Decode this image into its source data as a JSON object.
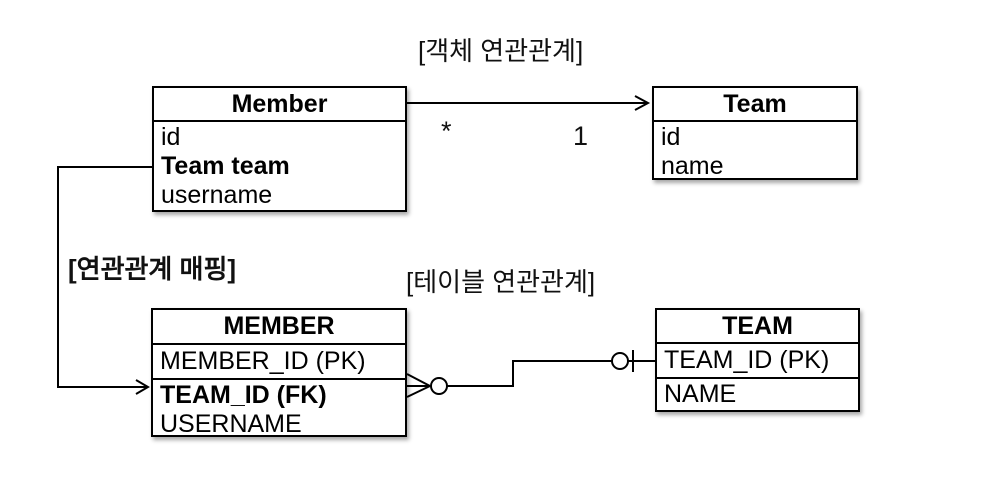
{
  "titles": {
    "object_relation": "[객체 연관관계]",
    "mapping_label": "[연관관계 매핑]",
    "table_relation": "[테이블 연관관계]"
  },
  "object_diagram": {
    "member": {
      "title": "Member",
      "fields": [
        "id",
        "Team team",
        "username"
      ]
    },
    "team": {
      "title": "Team",
      "fields": [
        "id",
        "name"
      ]
    },
    "multiplicity": {
      "many": "*",
      "one": "1"
    }
  },
  "table_diagram": {
    "member": {
      "title": "MEMBER",
      "pk": "MEMBER_ID (PK)",
      "fields": [
        "TEAM_ID (FK)",
        "USERNAME"
      ]
    },
    "team": {
      "title": "TEAM",
      "pk": "TEAM_ID (PK)",
      "fields": [
        "NAME"
      ]
    }
  },
  "colors": {
    "line": "#000000",
    "background": "#ffffff"
  }
}
